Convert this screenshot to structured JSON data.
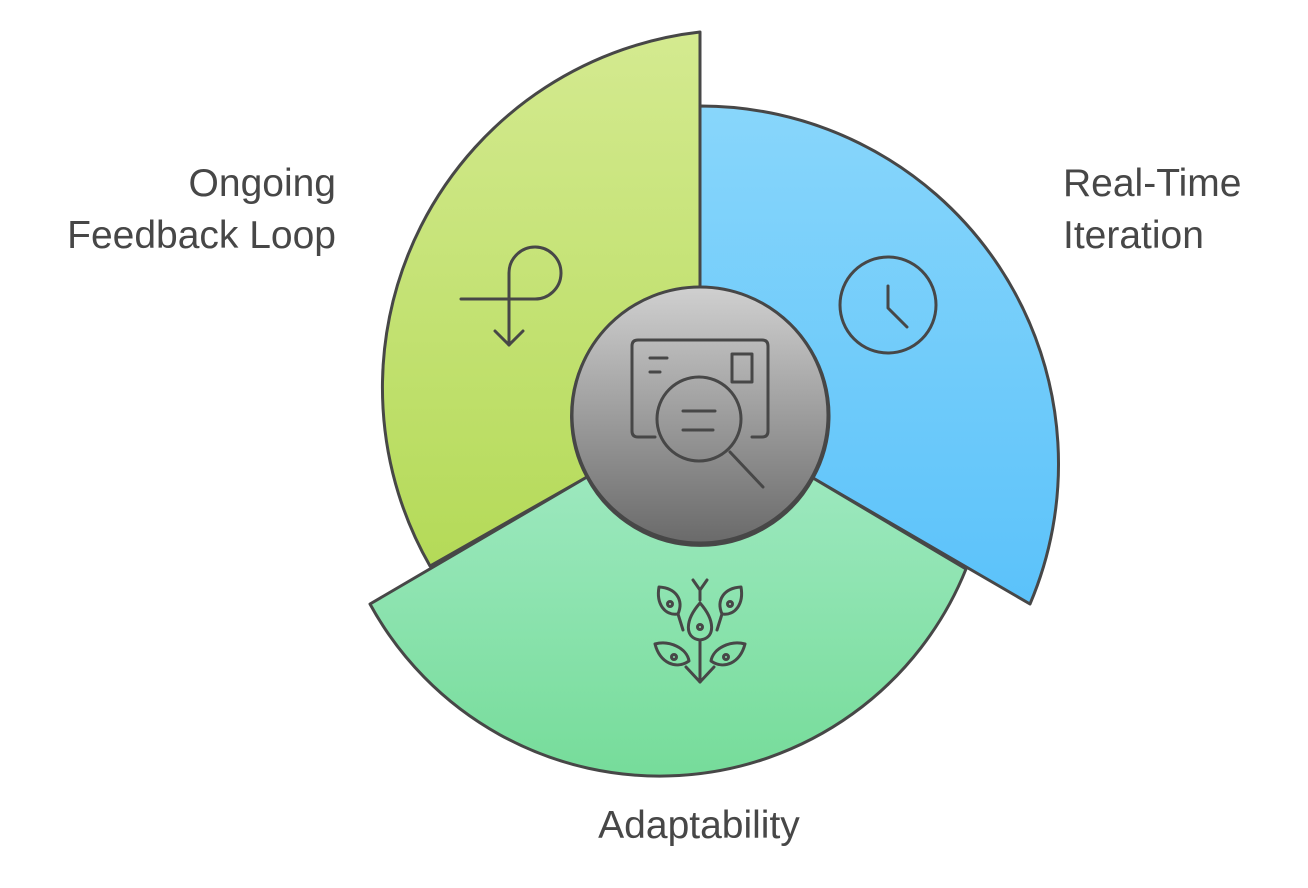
{
  "diagram": {
    "segments": [
      {
        "id": "feedback",
        "lines": [
          "Ongoing",
          "Feedback Loop"
        ],
        "icon": "loop-arrow-icon",
        "color_top": "#d4ea90",
        "color_bottom": "#b4da58"
      },
      {
        "id": "iteration",
        "lines": [
          "Real-Time",
          "Iteration"
        ],
        "icon": "clock-icon",
        "color_top": "#88d6fb",
        "color_bottom": "#5bc2fa"
      },
      {
        "id": "adaptability",
        "lines": [
          "Adaptability"
        ],
        "icon": "sprouting-plant-icon",
        "color_top": "#9ce8be",
        "color_bottom": "#76dc9a"
      }
    ],
    "center": {
      "icon": "card-magnifier-icon",
      "color_top": "#d0d0d0",
      "color_bottom": "#6a6a6a"
    },
    "outline_color": "#474747"
  }
}
